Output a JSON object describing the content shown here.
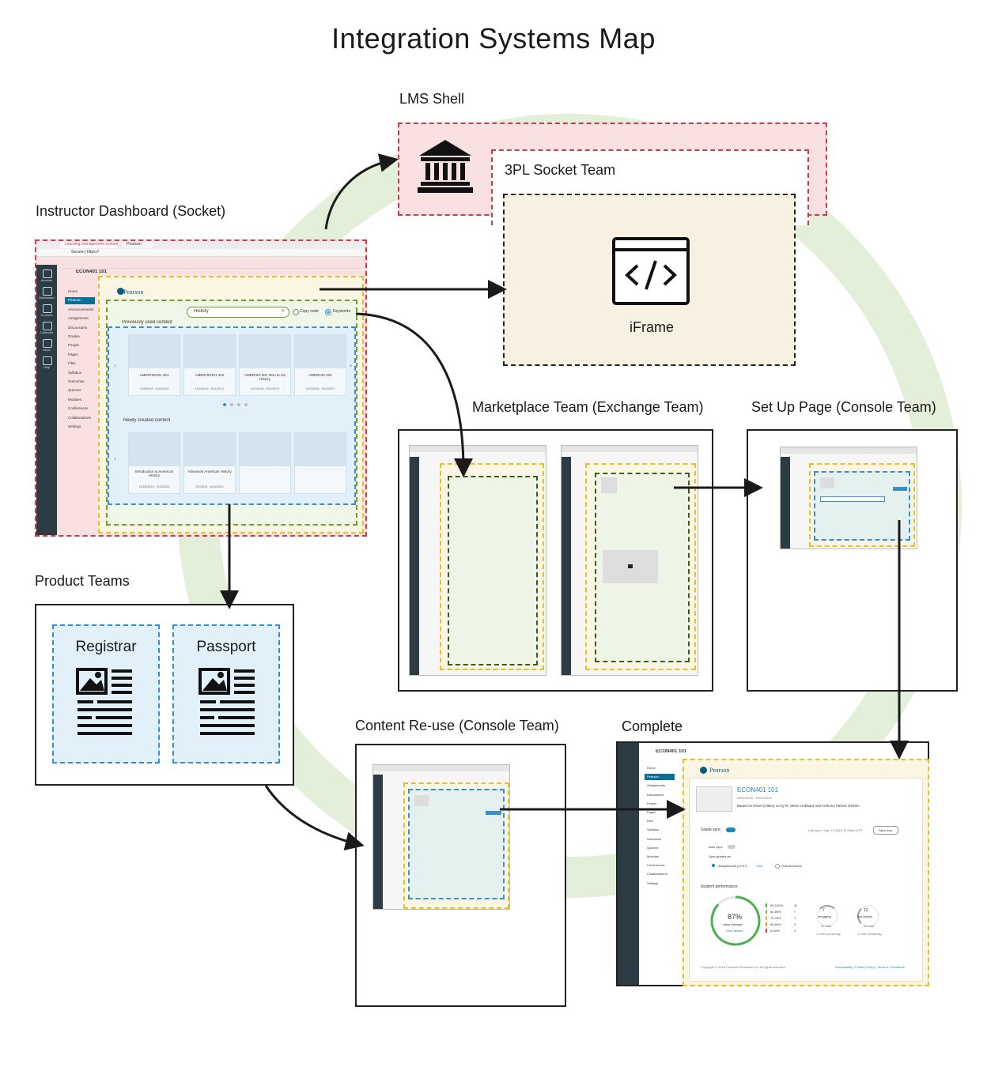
{
  "title": "Integration Systems Map",
  "labels": {
    "lms_shell": "LMS Shell",
    "socket_team": "3PL Socket Team",
    "iframe": "iFrame",
    "instructor_dashboard": "Instructor Dashboard (Socket)",
    "marketplace": "Marketplace Team (Exchange Team)",
    "setup_page": "Set Up Page (Console Team)",
    "product_teams": "Product Teams",
    "content_reuse": "Content Re-use (Console Team)",
    "complete": "Complete"
  },
  "product_teams": {
    "registrar": "Registrar",
    "passport": "Passport"
  },
  "dashboard": {
    "tab_title": "Learning management system",
    "tab_pearson": "Pearson",
    "url": "Secure | https://",
    "course": "ECON401 101",
    "brand": "Pearson",
    "search_placeholder": "History",
    "radio_copy": "Copy code",
    "radio_keywords": "Keywords",
    "previously_used": "Previously used content",
    "newly_created": "Newly created content",
    "nav": [
      "Home",
      "Pearson",
      "Announcements",
      "Assignments",
      "Discussions",
      "Grades",
      "People",
      "Pages",
      "Files",
      "Syllabus",
      "Outcomes",
      "Quizzes",
      "Modules",
      "Conferences",
      "Collaborations",
      "Settings"
    ],
    "rail": [
      "Account",
      "Dashboard",
      "Courses",
      "Calendar",
      "Inbox",
      "Help"
    ],
    "cards_top": [
      {
        "name": "AMERHIS401 201",
        "date": "1/25/2019 - 5/11/2019"
      },
      {
        "name": "AMERHIS401 202",
        "date": "12/1/2019 - 8/11/2017"
      },
      {
        "name": "AMERHIS-001 Intro to US History",
        "date": "12/1/2016 - 8/11/2017"
      },
      {
        "name": "AMERHIS 402",
        "date": "12/1/2016 - 8/11/2017"
      }
    ],
    "cards_bottom": [
      {
        "name": "Introduction to American History",
        "date": "10/22/2019 - 3/11/2020"
      },
      {
        "name": "Advanced American History",
        "date": "2/2/2019 - 8/14/2019"
      }
    ]
  },
  "complete": {
    "course": "ECON401 101",
    "brand": "Pearson",
    "course_title": "ECON401 101",
    "course_dates": "08/01/2018 - 12/20/2018",
    "course_desc": "Based on Revel (Hilton) 1e by R. Glenn Hubbard and Anthony Patrick O'Brien",
    "grade_sync": "Grade sync",
    "last_sync": "Last sync: Sept 19 2018 10:33am EST",
    "sync_now": "Sync now",
    "auto_sync": "Auto sync",
    "sync_grades_as": "Sync grades as:",
    "opt_assignments": "Assignments (47/47)",
    "opt_view": "View",
    "opt_overall": "Overall scores",
    "student_performance": "Student performance",
    "avg": "87%",
    "avg_label": "class average",
    "view_details": "View details",
    "bands": [
      {
        "range": "90-100%",
        "count": "40"
      },
      {
        "range": "80-89%",
        "count": "7"
      },
      {
        "range": "70-79%",
        "count": "1"
      },
      {
        "range": "60-69%",
        "count": "0"
      },
      {
        "range": "0-59%",
        "count": "2"
      }
    ],
    "struggling_count": "7",
    "struggling_label": "struggling",
    "struggling_total": "50 total",
    "struggling_delta": "1 more yesterday",
    "low_count": "12",
    "low_label": "low activity",
    "low_total": "50 total",
    "low_delta": "1 more yesterday",
    "copyright": "Copyright © 2018 Pearson Education Inc. All rights reserved.",
    "footer_links": "Accessibility | Privacy Policy | Terms & Conditions",
    "nav": [
      "Home",
      "Pearson",
      "Assignments",
      "Discussions",
      "People",
      "Pages",
      "Files",
      "Syllabus",
      "Outcomes",
      "Quizzes",
      "Modules",
      "Conferences",
      "Collaborations",
      "Settings"
    ]
  },
  "colors": {
    "red": "#d33a43",
    "yellow": "#e3c12b",
    "green_dash": "#6f9e2c",
    "blue_dash": "#3a8fc9",
    "lms_fill": "#f9e1e1",
    "iframe_fill": "#f6f1e1",
    "blue_fill": "#e1f0f9",
    "ring": "#e2efd8"
  }
}
